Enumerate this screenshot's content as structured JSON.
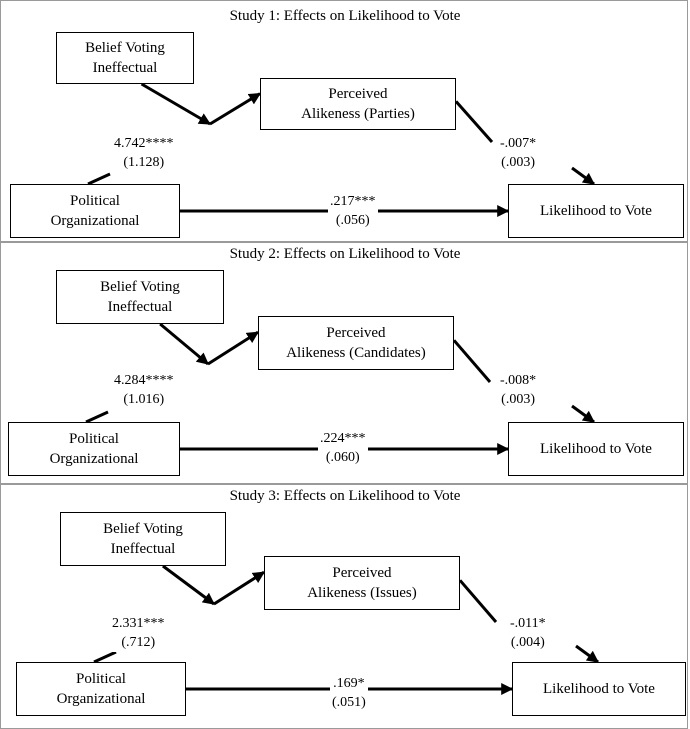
{
  "panels": [
    {
      "title": "Study 1: Effects on Likelihood to Vote",
      "boxes": {
        "belief": "Belief Voting\nIneffectual",
        "alikeness": "Perceived\nAlikeness (Parties)",
        "political": "Political\nOrganizational",
        "vote": "Likelihood to Vote"
      },
      "paths": {
        "a": {
          "coef": "4.742****",
          "se": "(1.128)"
        },
        "b": {
          "coef": "-.007*",
          "se": "(.003)"
        },
        "c": {
          "coef": ".217***",
          "se": "(.056)"
        }
      }
    },
    {
      "title": "Study 2: Effects on Likelihood to Vote",
      "boxes": {
        "belief": "Belief Voting\nIneffectual",
        "alikeness": "Perceived\nAlikeness (Candidates)",
        "political": "Political\nOrganizational",
        "vote": "Likelihood to Vote"
      },
      "paths": {
        "a": {
          "coef": "4.284****",
          "se": "(1.016)"
        },
        "b": {
          "coef": "-.008*",
          "se": "(.003)"
        },
        "c": {
          "coef": ".224***",
          "se": "(.060)"
        }
      }
    },
    {
      "title": "Study 3: Effects on Likelihood to Vote",
      "boxes": {
        "belief": "Belief Voting\nIneffectual",
        "alikeness": "Perceived\nAlikeness (Issues)",
        "political": "Political\nOrganizational",
        "vote": "Likelihood to Vote"
      },
      "paths": {
        "a": {
          "coef": "2.331***",
          "se": "(.712)"
        },
        "b": {
          "coef": "-.011*",
          "se": "(.004)"
        },
        "c": {
          "coef": ".169*",
          "se": "(.051)"
        }
      }
    }
  ]
}
